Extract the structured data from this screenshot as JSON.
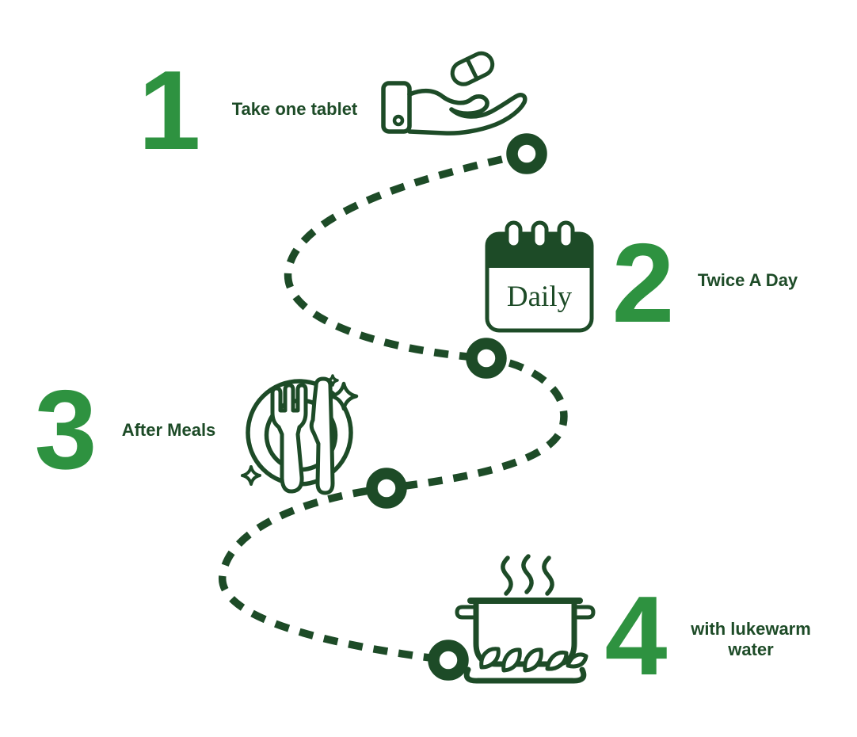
{
  "infographic": {
    "type": "medication-dosage-steps",
    "colors": {
      "background": "#ffffff",
      "accent_green": "#2e9240",
      "dark_green": "#1d4b27"
    },
    "route": {
      "style": "dashed-s-curve",
      "node_count": 4
    },
    "steps": [
      {
        "number": "1",
        "label": "Take one tablet",
        "icon": "hand-holding-pill-icon"
      },
      {
        "number": "2",
        "label": "Twice A Day",
        "icon": "daily-calendar-icon",
        "calendar_text": "Daily"
      },
      {
        "number": "3",
        "label": "After Meals",
        "icon": "plate-cutlery-icon"
      },
      {
        "number": "4",
        "label": "with lukewarm water",
        "label_lines": [
          "with lukewarm",
          "water"
        ],
        "icon": "steaming-pot-icon"
      }
    ]
  }
}
